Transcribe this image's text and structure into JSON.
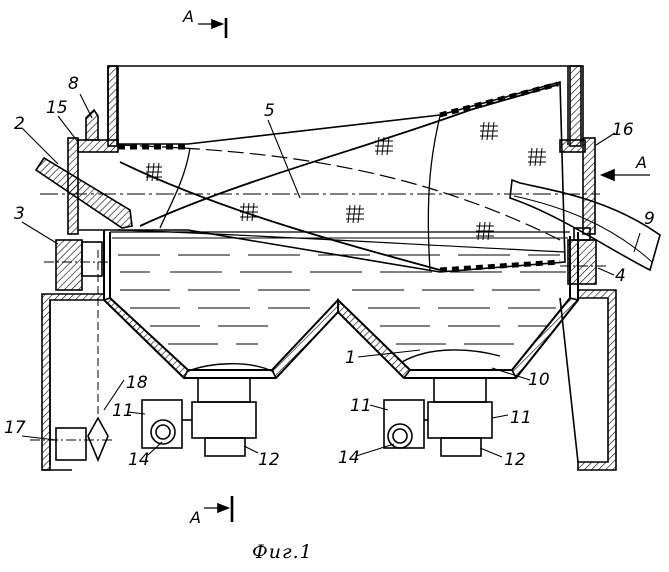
{
  "caption": "Фиг.1",
  "section_marks": {
    "top": "A",
    "right": "A",
    "bottom": "A"
  },
  "labels": {
    "l1": "1",
    "l2": "2",
    "l3": "3",
    "l4": "4",
    "l5": "5",
    "l8": "8",
    "l9": "9",
    "l10": "10",
    "l11a": "11",
    "l11b": "11",
    "l11c": "11",
    "l12a": "12",
    "l12b": "12",
    "l14a": "14",
    "l14b": "14",
    "l15": "15",
    "l16": "16",
    "l17": "17",
    "l18": "18"
  }
}
